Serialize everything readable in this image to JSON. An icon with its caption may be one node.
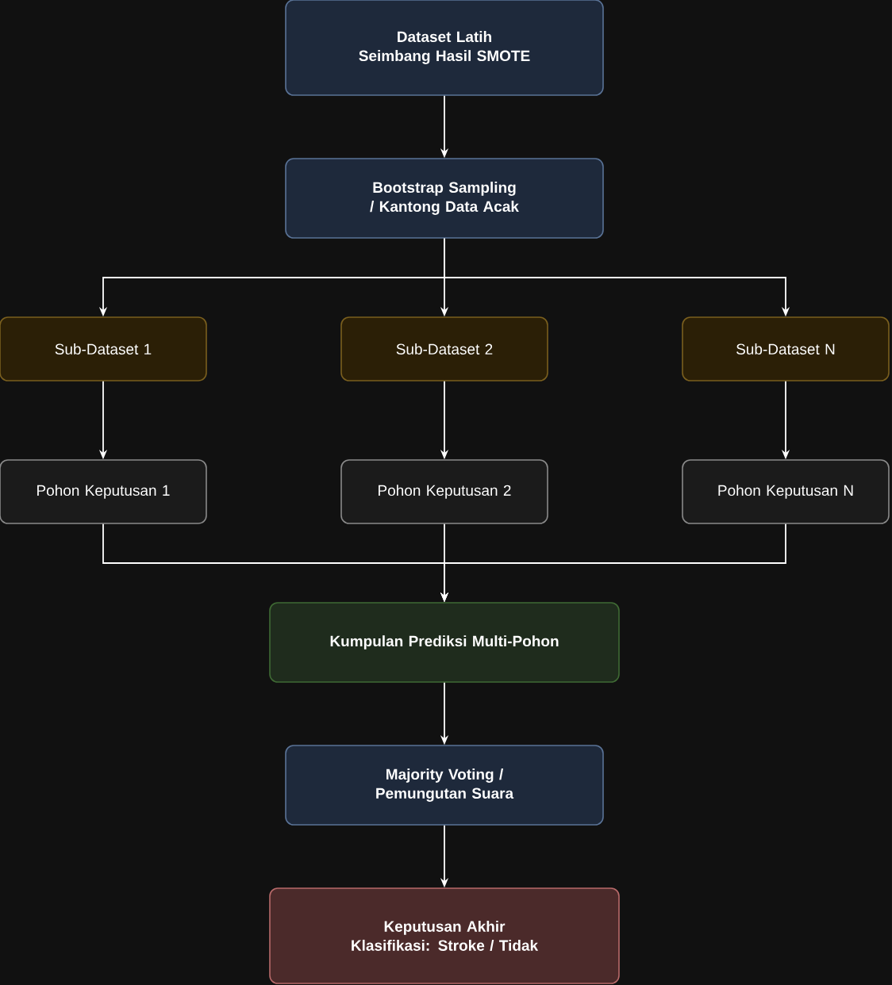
{
  "diagram": {
    "nodes": [
      {
        "text": [
          "Dataset Latih Seimbang Hasil SMOTE"
        ]
      },
      {
        "text": [
          "Bootstrap Sampling / Kantong Data Acak"
        ]
      },
      {
        "text": [
          "Sub-Dataset 1"
        ]
      },
      {
        "text": [
          "Sub-Dataset 2"
        ]
      },
      {
        "text": [
          "Sub-Dataset N"
        ]
      },
      {
        "text": [
          "Pohon Keputusan 1"
        ]
      },
      {
        "text": [
          "Pohon Keputusan 2"
        ]
      },
      {
        "text": [
          "Pohon Keputusan N"
        ]
      },
      {
        "text": [
          "Kumpulan Prediksi Multi-Pohon"
        ]
      },
      {
        "text": [
          "Majority Voting / Pemungutan Suara"
        ]
      },
      {
        "text": [
          "Keputusan Akhir Klasifikasi: Stroke / Tidak"
        ]
      }
    ],
    "edges": [
      {
        "from": 0,
        "to": 1,
        "arrow": "to"
      },
      {
        "from": 1,
        "to": 2,
        "arrow": "to"
      },
      {
        "from": 1,
        "to": 3,
        "arrow": "to"
      },
      {
        "from": 1,
        "to": 4,
        "arrow": "to"
      },
      {
        "from": 2,
        "to": 5,
        "arrow": "to"
      },
      {
        "from": 3,
        "to": 6,
        "arrow": "to"
      },
      {
        "from": 4,
        "to": 7,
        "arrow": "to"
      },
      {
        "from": 5,
        "to": 8,
        "arrow": "to"
      },
      {
        "from": 6,
        "to": 8,
        "arrow": "to"
      },
      {
        "from": 7,
        "to": 8,
        "arrow": "to"
      },
      {
        "from": 8,
        "to": 9,
        "arrow": "to"
      },
      {
        "from": 9,
        "to": 10,
        "arrow": "to"
      }
    ]
  }
}
